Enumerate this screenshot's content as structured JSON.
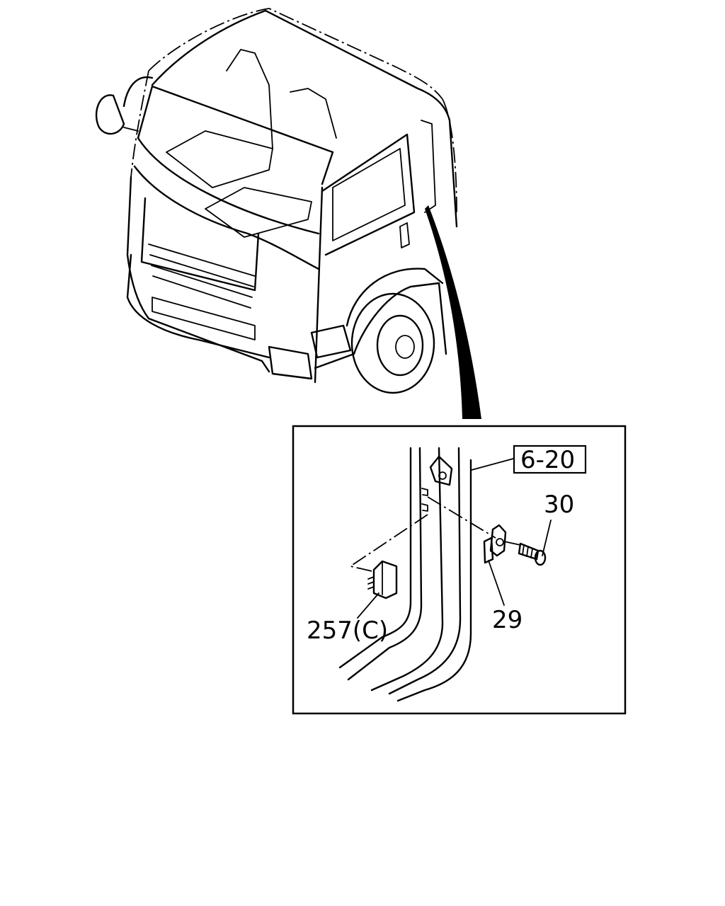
{
  "callouts": {
    "ref_box": "6-20",
    "part_30": "30",
    "part_29": "29",
    "part_257c": "257(C)"
  }
}
